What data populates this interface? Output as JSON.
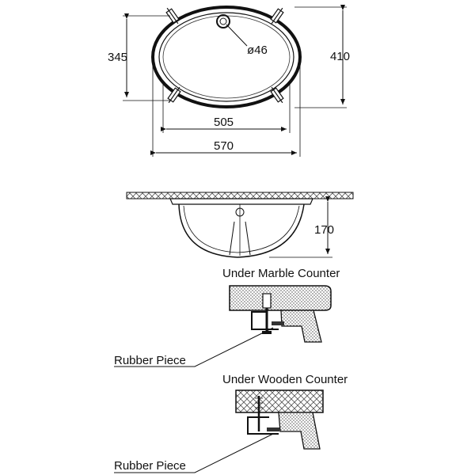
{
  "top_view": {
    "dim_height_outer": "410",
    "dim_height_inner": "345",
    "dim_width_inner": "505",
    "dim_width_outer": "570",
    "drain_diameter": "ø46"
  },
  "side_view": {
    "dim_depth": "170"
  },
  "detail_marble": {
    "title": "Under Marble Counter",
    "callout": "Rubber Piece"
  },
  "detail_wooden": {
    "title": "Under Wooden Counter",
    "callout": "Rubber Piece"
  },
  "colors": {
    "line": "#111111",
    "hatch": "#555555"
  }
}
